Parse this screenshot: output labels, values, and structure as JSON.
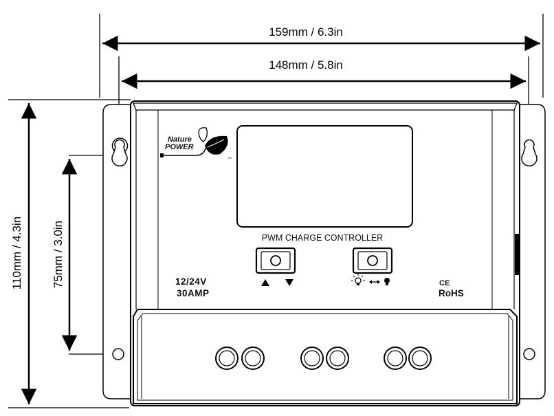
{
  "dimensions": {
    "overall_width": "159mm / 6.3in",
    "mounting_width": "148mm / 5.8in",
    "overall_height": "110mm / 4.3in",
    "mounting_height": "75mm / 3.0in"
  },
  "device": {
    "brand_line1": "Nature",
    "brand_line2": "POWER",
    "trademark": "TM",
    "panel_title": "PWM CHARGE CONTROLLER",
    "voltage": "12/24V",
    "amperage": "30AMP",
    "cert_ce": "CE",
    "cert_rohs": "RoHS"
  }
}
